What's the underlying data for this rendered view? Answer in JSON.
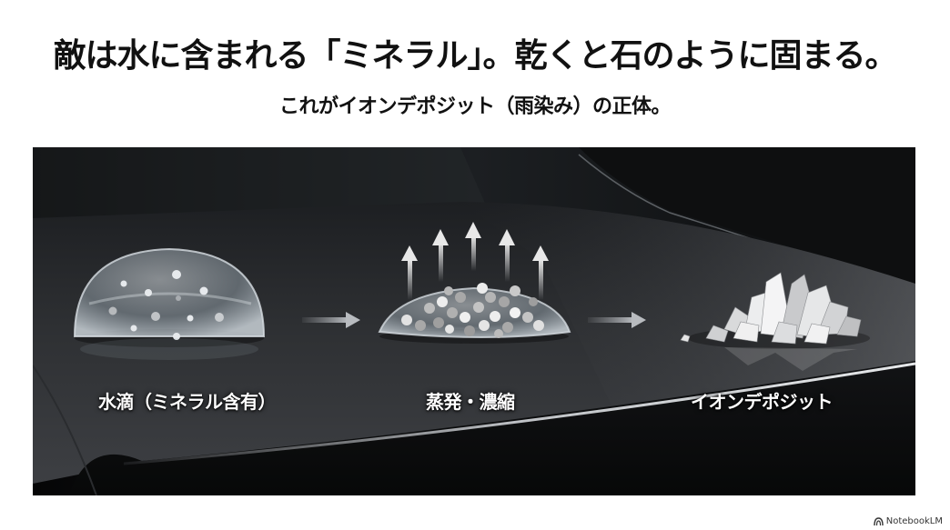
{
  "slide": {
    "title": "敵は水に含まれる「ミネラル」。乾くと石のように固まる。",
    "subtitle": "これがイオンデポジット（雨染み）の正体。"
  },
  "illustration": {
    "background_color": "#0b0c0e",
    "surface_color": "#3a3c40",
    "stages": [
      {
        "label": "水滴（ミネラル含有）",
        "icon": "water-droplet-with-minerals"
      },
      {
        "label": "蒸発・濃縮",
        "icon": "evaporating-droplet"
      },
      {
        "label": "イオンデポジット",
        "icon": "mineral-crystals"
      }
    ],
    "arrows": [
      "right-arrow",
      "right-arrow"
    ]
  },
  "watermark": {
    "text": "NotebookLM",
    "icon": "notebooklm-logo"
  }
}
